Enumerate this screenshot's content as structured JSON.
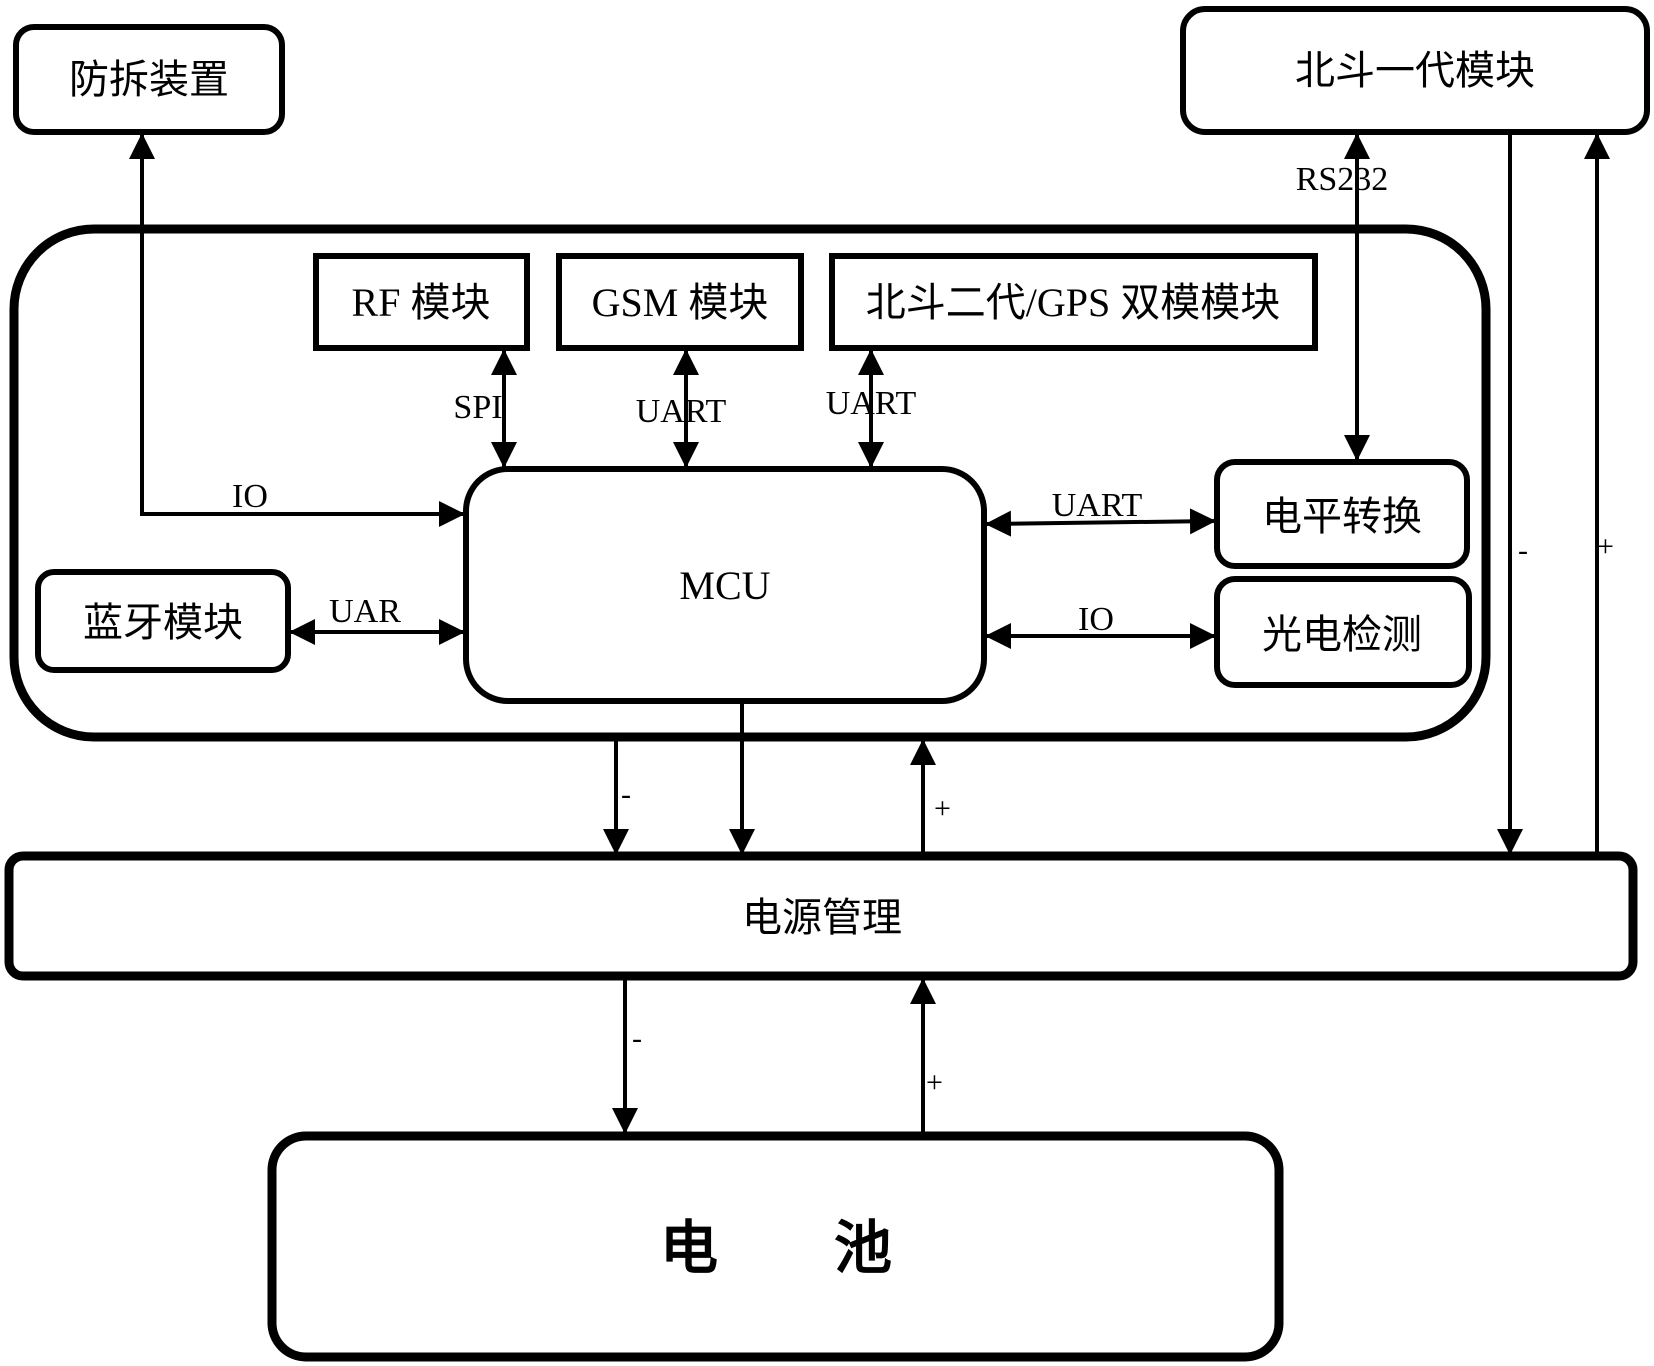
{
  "colors": {
    "stroke": "#000000",
    "background": "#ffffff"
  },
  "external": {
    "tamper": "防拆装置",
    "beidou1": "北斗一代模块"
  },
  "modules": {
    "rf": "RF 模块",
    "gsm": "GSM 模块",
    "beidou2_gps": "北斗二代/GPS 双模模块",
    "mcu": "MCU",
    "bluetooth": "蓝牙模块",
    "level_shift": "电平转换",
    "photo_detect": "光电检测"
  },
  "power": {
    "management": "电源管理",
    "battery": "电　　池"
  },
  "interfaces": {
    "tamper_io": "IO",
    "rf_spi": "SPI",
    "gsm_uart": "UART",
    "bd2_uart": "UART",
    "bluetooth_uart": "UAR",
    "level_uart": "UART",
    "photo_io": "IO",
    "bd1_rs232": "RS232"
  },
  "signs": {
    "bd1_minus": "-",
    "bd1_plus": "+",
    "board_minus": "-",
    "board_plus": "+",
    "battery_minus": "-",
    "battery_plus": "+"
  }
}
